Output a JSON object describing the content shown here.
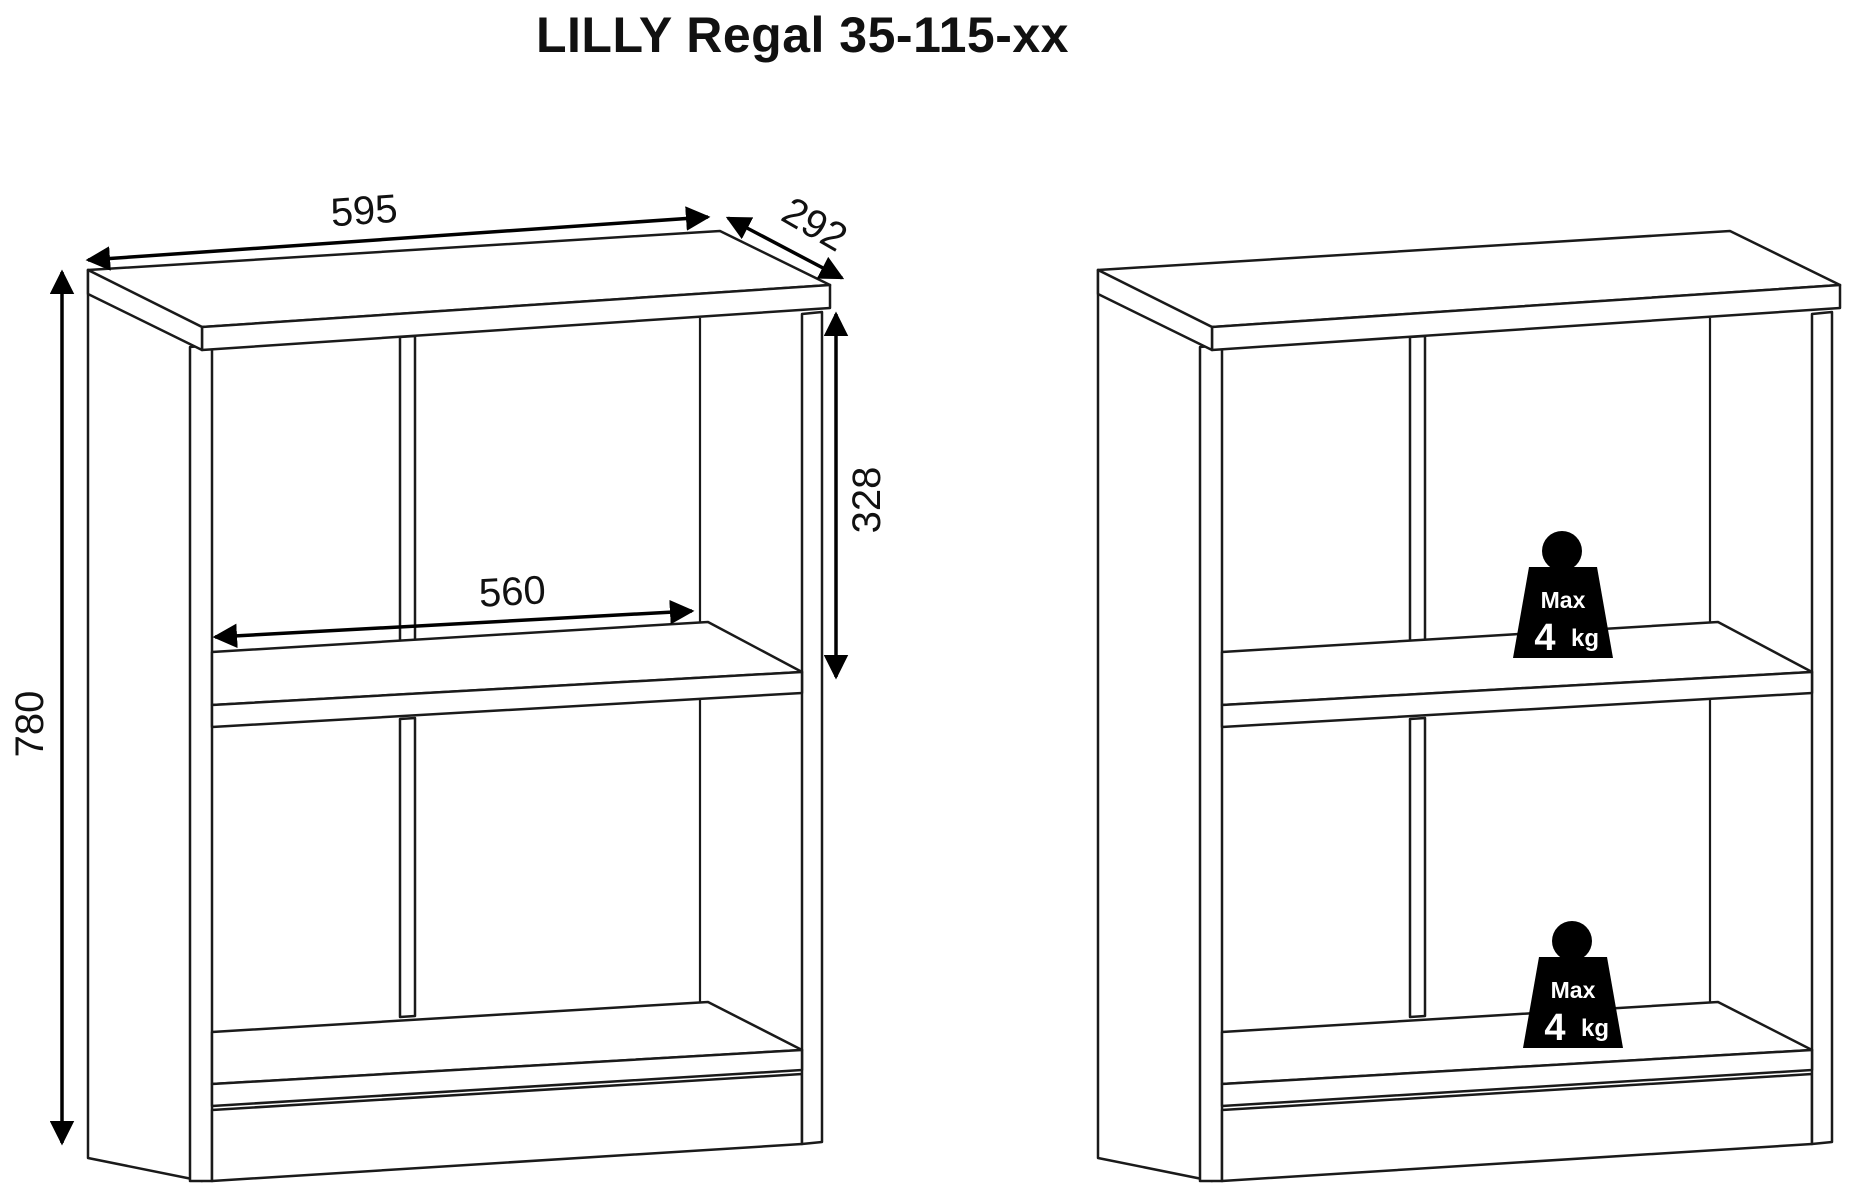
{
  "title": "LILLY Regal  35-115-xx",
  "dimensions": {
    "width": "595",
    "depth": "292",
    "height": "780",
    "compartment_height": "328",
    "inner_width": "560"
  },
  "weight_label": {
    "max": "Max",
    "value": "4",
    "unit": "kg"
  },
  "colors": {
    "line": "#1a1a1a",
    "badge": "#000000",
    "background": "#ffffff"
  }
}
